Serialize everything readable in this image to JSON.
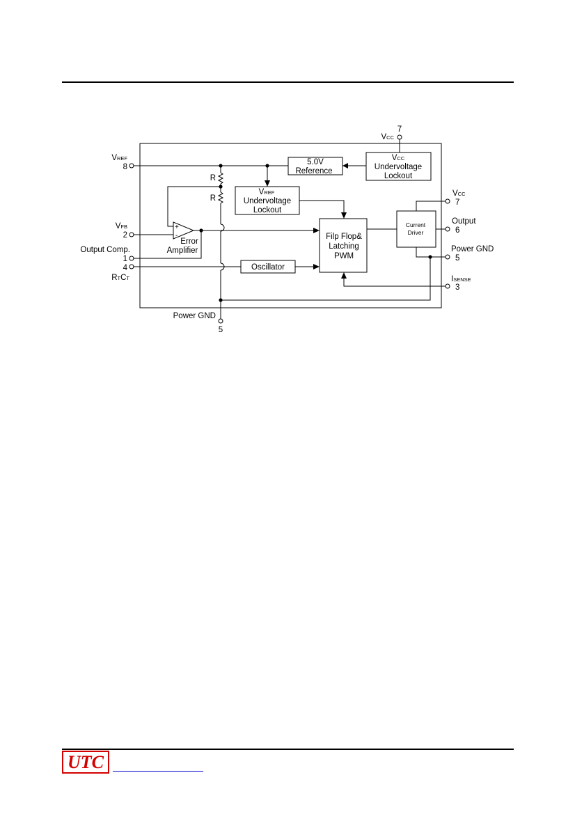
{
  "logo": {
    "text": "UTC"
  },
  "diagram": {
    "pins": {
      "vref": {
        "sym": "V",
        "sub": "REF",
        "num": "8"
      },
      "vfb": {
        "sym": "V",
        "sub": "FB",
        "num": "2"
      },
      "comp": {
        "label": "Output Comp.",
        "num": "1"
      },
      "rtct": {
        "num": "4",
        "r": "R",
        "r_sub": "T",
        "c": "C",
        "c_sub": "T"
      },
      "gnd_bottom": {
        "label": "Power GND",
        "num": "5"
      },
      "vcc_top": {
        "num": "7",
        "sym": "V",
        "sub": "CC"
      },
      "vcc_right": {
        "sym": "V",
        "sub": "CC",
        "num": "7"
      },
      "output": {
        "label": "Output",
        "num": "6"
      },
      "gnd_right": {
        "label": "Power GND",
        "num": "5"
      },
      "isense": {
        "sym": "I",
        "sub": "SENSE",
        "num": "3"
      }
    },
    "blocks": {
      "ref": {
        "line1": "5.0V",
        "line2": "Reference"
      },
      "vcc_uvlo": {
        "sym": "V",
        "sub": "CC",
        "line2": "Undervoltage",
        "line3": "Lockout"
      },
      "vref_uvlo": {
        "sym": "V",
        "sub": "REF",
        "line2": "Undervoltage",
        "line3": "Lockout"
      },
      "pwm": {
        "line1": "Filp Flop&",
        "line2": "Latching",
        "line3": "PWM"
      },
      "driver": {
        "line1": "Current",
        "line2": "Driver"
      },
      "osc": {
        "label": "Oscillator"
      },
      "amp": {
        "plus": "+",
        "minus": "-",
        "line1": "Error",
        "line2": "Amplifier"
      }
    },
    "resistors": {
      "r1": "R",
      "r2": "R"
    }
  }
}
